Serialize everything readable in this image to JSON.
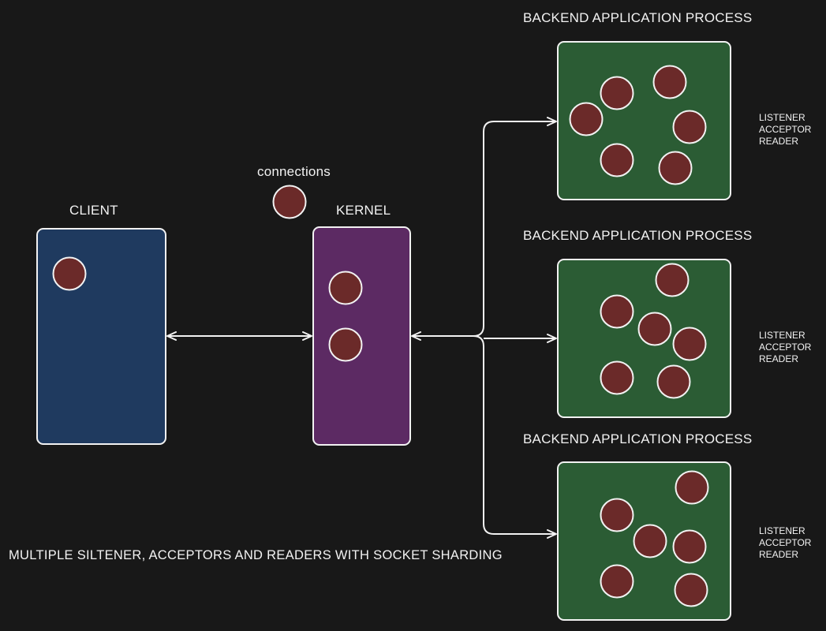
{
  "client": {
    "label": "CLIENT",
    "fill": "#1f3a5f",
    "connections": 1
  },
  "kernel": {
    "label": "KERNEL",
    "fill": "#5c2a63",
    "connections": 2
  },
  "legend": {
    "label": "connections",
    "connection_color": "#6b2a29"
  },
  "processes": [
    {
      "title": "BACKEND APPLICATION PROCESS",
      "fill": "#2b5c34",
      "connections": 6,
      "roles": [
        "LISTENER",
        "ACCEPTOR",
        "READER"
      ]
    },
    {
      "title": "BACKEND APPLICATION PROCESS",
      "fill": "#2b5c34",
      "connections": 6,
      "roles": [
        "LISTENER",
        "ACCEPTOR",
        "READER"
      ]
    },
    {
      "title": "BACKEND APPLICATION PROCESS",
      "fill": "#2b5c34",
      "connections": 6,
      "roles": [
        "LISTENER",
        "ACCEPTOR",
        "READER"
      ]
    }
  ],
  "caption": "MULTIPLE SILTENER, ACCEPTORS AND READERS WITH SOCKET SHARDING",
  "colors": {
    "background": "#181818",
    "stroke": "#f2f2f2"
  }
}
